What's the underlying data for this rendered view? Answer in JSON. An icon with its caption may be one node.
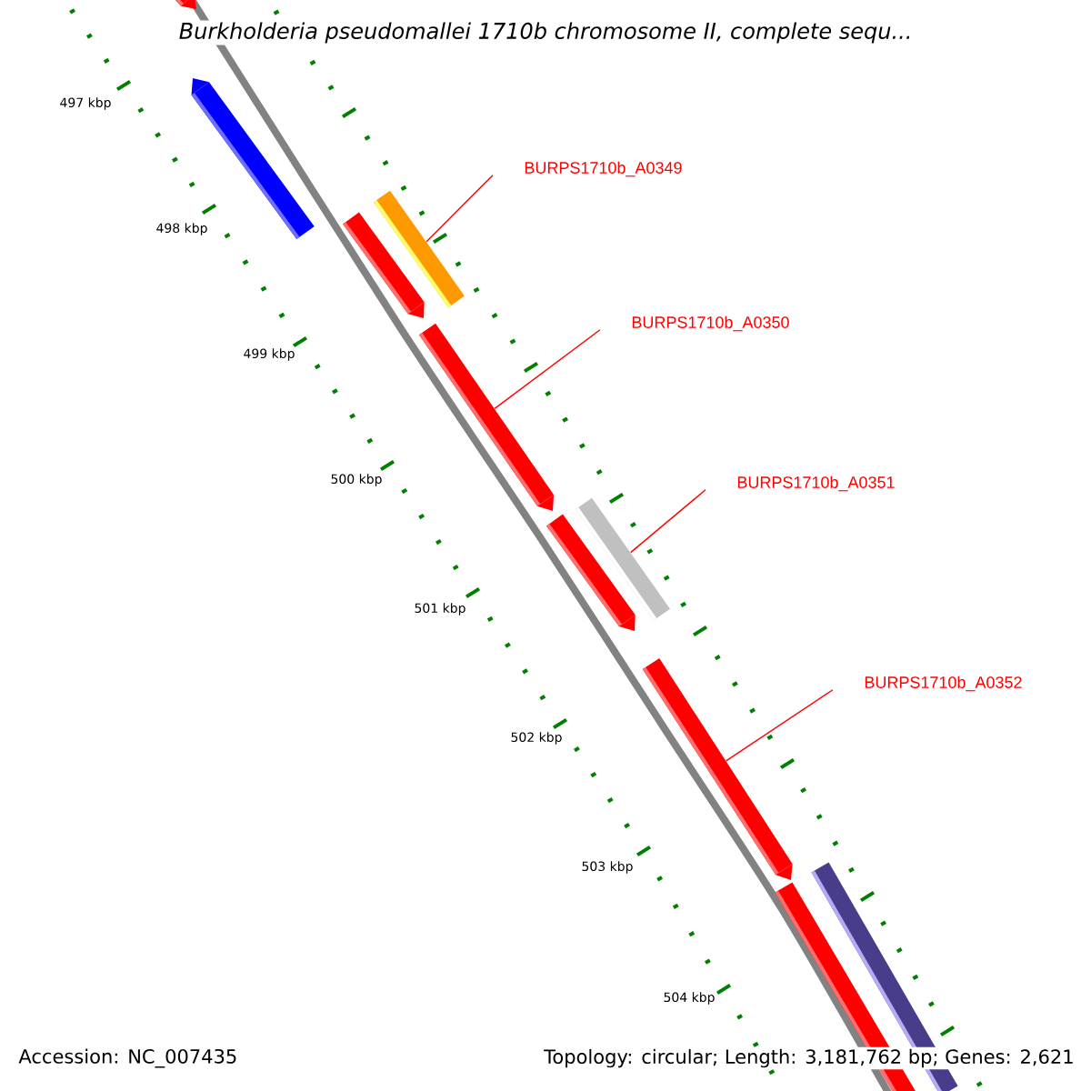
{
  "diagram": {
    "title": "Burkholderia pseudomallei 1710b chromosome II, complete sequ...",
    "nodes": [
      {
        "text": [],
        "shape": "bar"
      },
      {
        "text": [],
        "shape": "bar"
      },
      {
        "text": [
          "BURPS1710b_A0349"
        ]
      },
      {
        "text": [],
        "shape": "bar"
      },
      {
        "text": [],
        "shape": "bar"
      },
      {
        "text": [
          "BURPS1710b_A0350"
        ]
      },
      {
        "text": [],
        "shape": "bar"
      },
      {
        "text": [
          "BURPS1710b_A0351"
        ]
      },
      {
        "text": [],
        "shape": "bar"
      },
      {
        "text": [],
        "shape": "bar"
      },
      {
        "text": [
          "BURPS1710b_A0352"
        ]
      },
      {
        "text": [],
        "shape": "bar"
      },
      {
        "text": [],
        "shape": "bar"
      },
      {
        "text": [],
        "shape": "bar"
      }
    ],
    "edges": [
      {
        "from": 2,
        "to": 4,
        "arrow": "none"
      },
      {
        "from": 5,
        "to": 6,
        "arrow": "none"
      },
      {
        "from": 7,
        "to": 8,
        "arrow": "none"
      },
      {
        "from": 10,
        "to": 11,
        "arrow": "none"
      }
    ],
    "labels": [
      "497 kbp",
      "498 kbp",
      "499 kbp",
      "500 kbp",
      "501 kbp",
      "502 kbp",
      "503 kbp",
      "504 kbp",
      "Accession: NC_007435",
      "Topology: circular; Length: 3,181,762 bp; Genes: 2,621"
    ]
  }
}
